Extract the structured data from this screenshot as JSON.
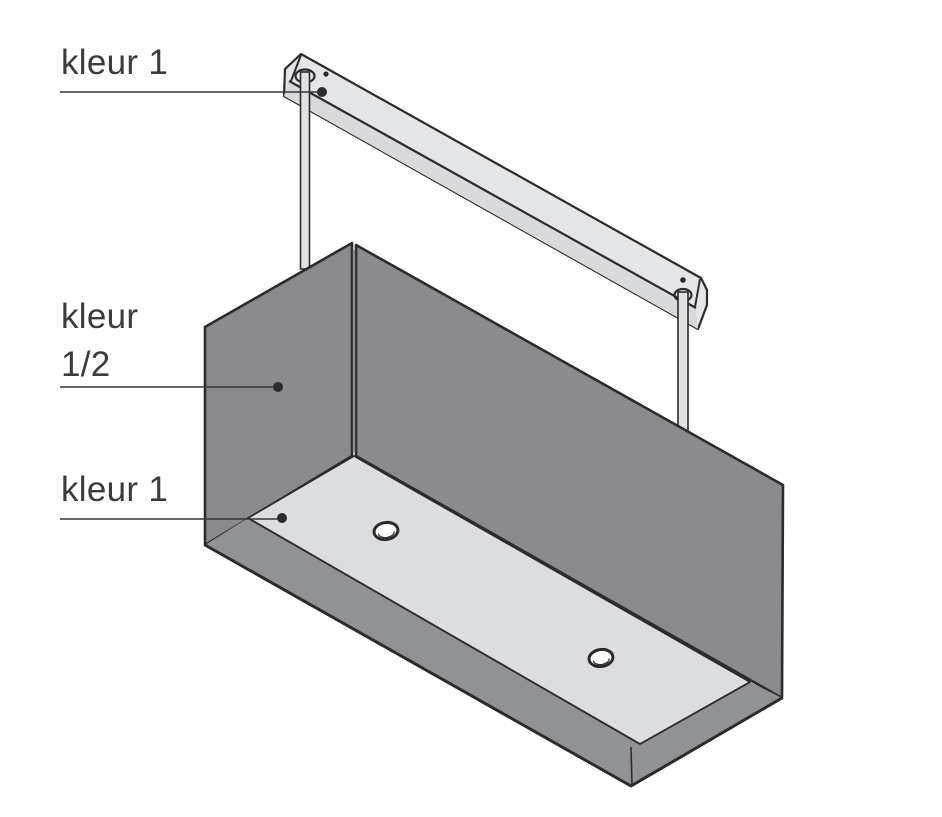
{
  "labels": {
    "top": "kleur 1",
    "middle_line1": "kleur",
    "middle_line2": "1/2",
    "bottom": "kleur 1"
  },
  "colors": {
    "background": "#ffffff",
    "wall": "#8b8b8f",
    "rim": "#919296",
    "panel": "#dcdde0",
    "rail_front": "#e4e5e7",
    "rail_bottom": "#d9dadc",
    "rod": "#e0e1e3",
    "outline": "#2b2b2e",
    "leader": "#37373a",
    "text": "#3b3b40",
    "light": "#ffffff"
  }
}
